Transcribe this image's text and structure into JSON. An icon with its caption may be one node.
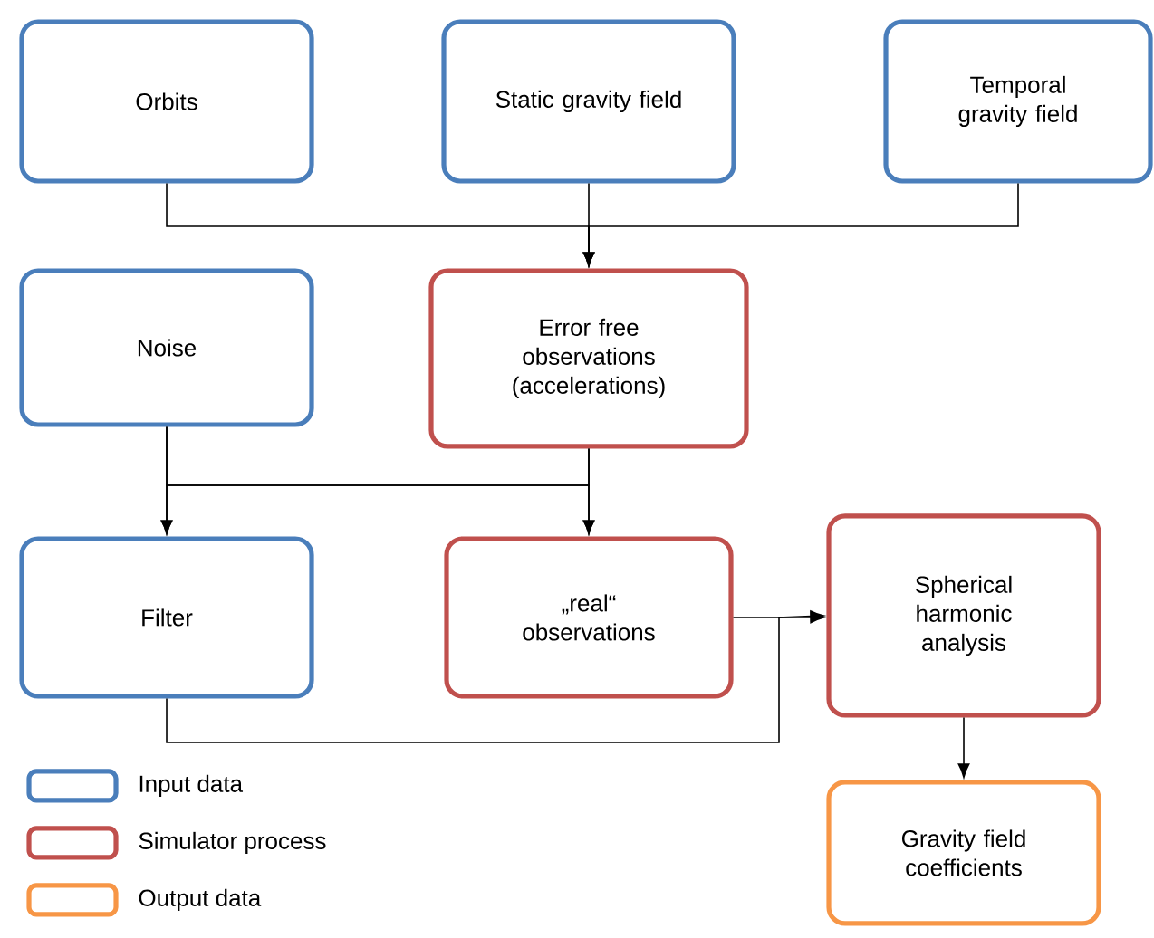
{
  "diagram": {
    "nodes": [
      {
        "text": [
          "Orbits"
        ]
      },
      {
        "text": [
          "Static gravity field"
        ]
      },
      {
        "text": [
          "Temporal gravity field"
        ]
      },
      {
        "text": [
          "Noise"
        ]
      },
      {
        "text": [
          "Error free observations (accelerations)"
        ]
      },
      {
        "text": [
          "Filter"
        ]
      },
      {
        "text": [
          "„real“ observations"
        ]
      },
      {
        "text": [
          "Spherical harmonic analysis"
        ]
      },
      {
        "text": [
          "Gravity field coefficients"
        ]
      }
    ],
    "edges": [
      {
        "from": 0,
        "to": 4,
        "arrow": "to"
      },
      {
        "from": 1,
        "to": 4,
        "arrow": "to"
      },
      {
        "from": 2,
        "to": 4,
        "arrow": "to"
      },
      {
        "from": 3,
        "to": 5,
        "arrow": "to"
      },
      {
        "from": 3,
        "to": 6,
        "arrow": "to"
      },
      {
        "from": 4,
        "to": 5,
        "arrow": "to"
      },
      {
        "from": 4,
        "to": 6,
        "arrow": "to"
      },
      {
        "from": 6,
        "to": 7,
        "arrow": "to"
      },
      {
        "from": 5,
        "to": 7,
        "arrow": "to"
      },
      {
        "from": 7,
        "to": 8,
        "arrow": "to"
      }
    ],
    "legend": [
      {
        "text": "Input data",
        "color": "#4a7ebb"
      },
      {
        "text": "Simulator process",
        "color": "#c0504d"
      },
      {
        "text": "Output data",
        "color": "#f79646"
      }
    ]
  }
}
